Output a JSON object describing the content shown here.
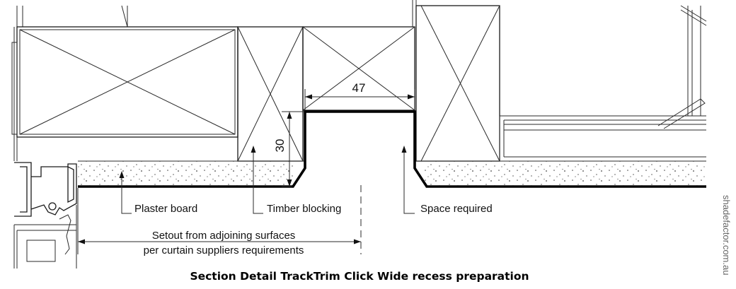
{
  "diagram": {
    "title": "Section Detail TrackTrim Click Wide recess preparation",
    "labels": {
      "plaster_board": "Plaster board",
      "timber_blocking": "Timber blocking",
      "space_required": "Space required",
      "setout_line1": "Setout from adjoining surfaces",
      "setout_line2": "per curtain suppliers requirements"
    },
    "dimensions": {
      "width": "47",
      "depth": "30"
    },
    "watermark": "shadefactor.com.au"
  }
}
